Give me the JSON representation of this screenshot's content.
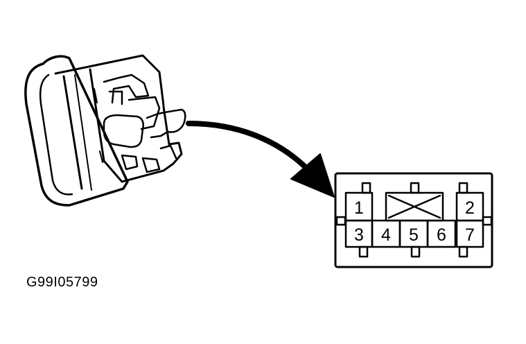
{
  "figure_id": "G99I05799",
  "connector": {
    "pins": [
      {
        "label": "1"
      },
      {
        "label": "2"
      },
      {
        "label": "3"
      },
      {
        "label": "4"
      },
      {
        "label": "5"
      },
      {
        "label": "6"
      },
      {
        "label": "7"
      }
    ]
  }
}
